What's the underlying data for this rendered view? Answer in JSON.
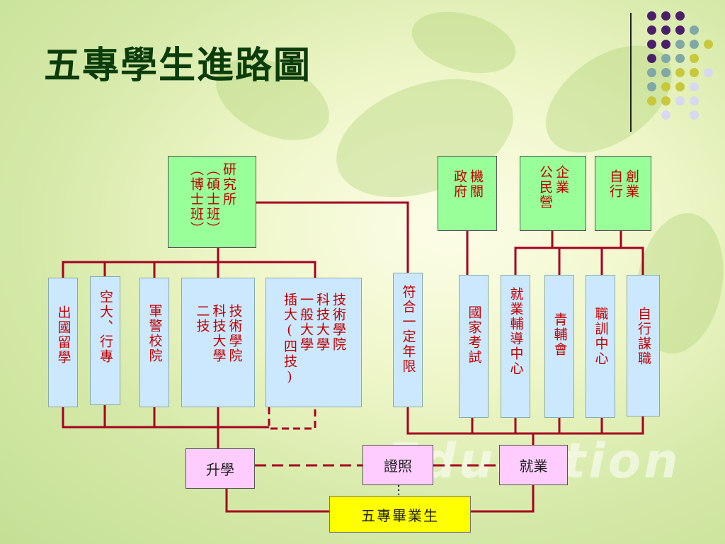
{
  "slide": {
    "title": "五專學生進路圖"
  },
  "top_boxes": [
    {
      "id": "graduate",
      "columns": [
        "研究所",
        "（碩士班）",
        "（博士班）"
      ]
    },
    {
      "id": "government",
      "columns": [
        "機關",
        "政府"
      ]
    },
    {
      "id": "enterprise",
      "columns": [
        "企業",
        "公民營"
      ]
    },
    {
      "id": "self",
      "columns": [
        "創業",
        "自行"
      ]
    }
  ],
  "mid_boxes": [
    {
      "id": "abroad",
      "columns": [
        "出國留學"
      ]
    },
    {
      "id": "openuni",
      "columns": [
        "空大、行專"
      ]
    },
    {
      "id": "police",
      "columns": [
        "軍警校院"
      ]
    },
    {
      "id": "tech2",
      "columns": [
        "技術學院",
        "科技大學",
        "二技"
      ]
    },
    {
      "id": "transfer",
      "columns": [
        "技術學院",
        "科技大學",
        "一般大學",
        "插大(四技)"
      ]
    },
    {
      "id": "years",
      "columns": [
        "符合一定年限"
      ]
    },
    {
      "id": "exam",
      "columns": [
        "國家考試"
      ]
    },
    {
      "id": "employ_center",
      "columns": [
        "就業輔導中心"
      ]
    },
    {
      "id": "youth",
      "columns": [
        "青輔會"
      ]
    },
    {
      "id": "training",
      "columns": [
        "職訓中心"
      ]
    },
    {
      "id": "selfjob",
      "columns": [
        "自行謀職"
      ]
    }
  ],
  "bottom": {
    "further_study": "升學",
    "license": "證照",
    "employment": "就業",
    "graduate": "五專畢業生"
  },
  "watermark": "Education",
  "colors": {
    "connector": "#a50021",
    "top_box": "#99ff99",
    "option_box": "#cce8ff",
    "path_box": "#ffccff",
    "start_box": "#ffff00",
    "text": "#c00000",
    "title": "#0b3d0b"
  }
}
